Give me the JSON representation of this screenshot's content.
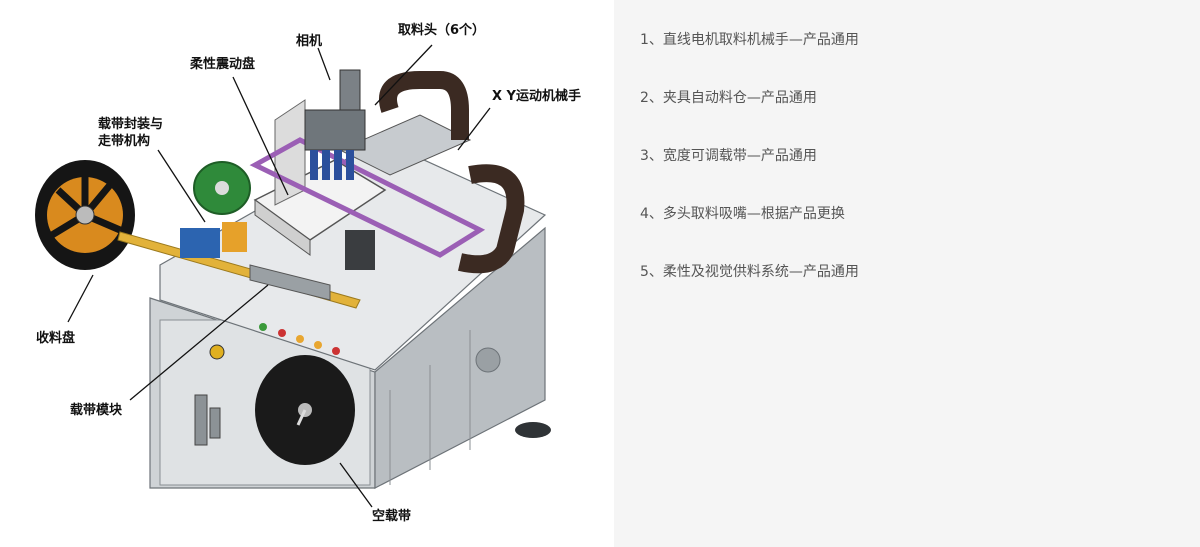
{
  "diagram": {
    "labels": {
      "camera": "相机",
      "pick_head": "取料头（6个）",
      "flex_bowl": "柔性震动盘",
      "xy_arm": "X Y运动机械手",
      "tape_seal_line1": "载带封装与",
      "tape_seal_line2": "走带机构",
      "take_up_reel": "收料盘",
      "tape_module": "载带模块",
      "empty_tape": "空载带"
    }
  },
  "features": [
    "1、直线电机取料机械手—产品通用",
    "2、夹具自动料仓—产品通用",
    "3、宽度可调载带—产品通用",
    "4、多头取料吸嘴—根据产品更换",
    "5、柔性及视觉供料系统—产品通用"
  ]
}
